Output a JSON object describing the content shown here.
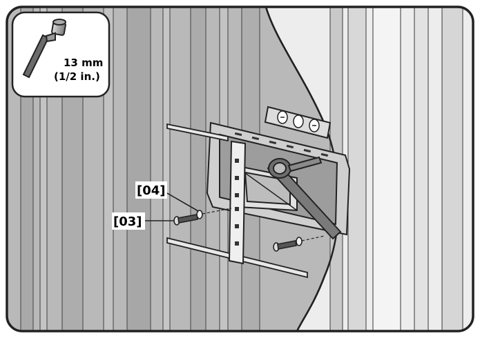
{
  "tool": {
    "size_label": "13 mm",
    "imperial_label": "(1/2 in.)",
    "icon": "socket-wrench-icon"
  },
  "callouts": {
    "washer_label": "[04]",
    "lag_bolt_label": "[03]"
  },
  "colors": {
    "wall_gray": "#b8b8b8",
    "panel_gray": "#c8c8c8",
    "stud_gray": "#a6a6a6",
    "outline": "#222222",
    "background": "#ffffff",
    "wall_surface": "#e6e6e6"
  }
}
